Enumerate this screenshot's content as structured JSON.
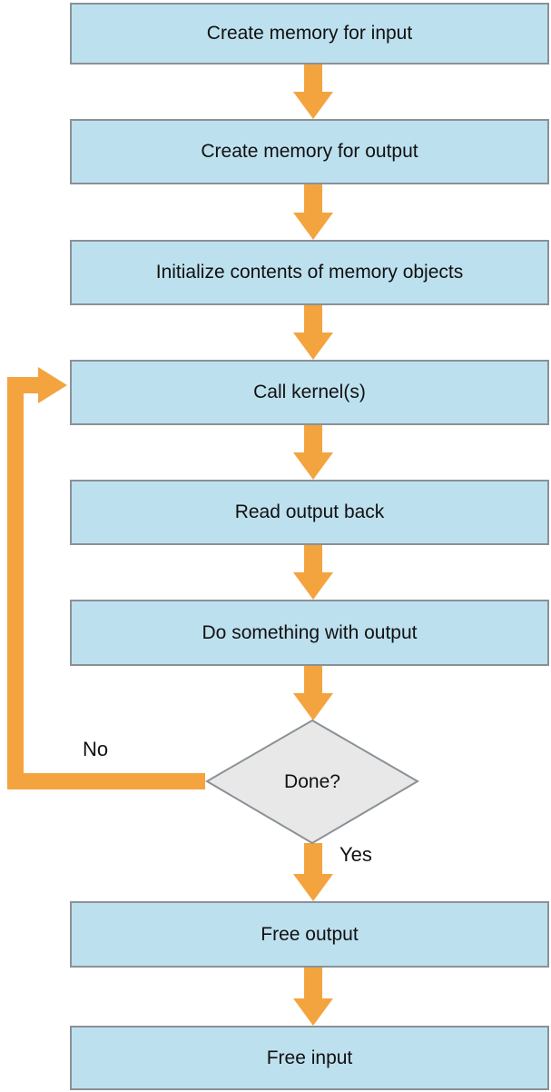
{
  "flowchart": {
    "steps": [
      {
        "id": "create-memory-input",
        "label": "Create memory for input"
      },
      {
        "id": "create-memory-output",
        "label": "Create memory for output"
      },
      {
        "id": "initialize-memory",
        "label": "Initialize contents of memory objects"
      },
      {
        "id": "call-kernels",
        "label": "Call kernel(s)"
      },
      {
        "id": "read-output-back",
        "label": "Read output back"
      },
      {
        "id": "do-something-output",
        "label": "Do something with output"
      },
      {
        "id": "free-output",
        "label": "Free output"
      },
      {
        "id": "free-input",
        "label": "Free input"
      }
    ],
    "decision": {
      "label": "Done?",
      "no_label": "No",
      "yes_label": "Yes"
    },
    "edges": [
      {
        "from": "Create memory for input",
        "to": "Create memory for output"
      },
      {
        "from": "Create memory for output",
        "to": "Initialize contents of memory objects"
      },
      {
        "from": "Initialize contents of memory objects",
        "to": "Call kernel(s)"
      },
      {
        "from": "Call kernel(s)",
        "to": "Read output back"
      },
      {
        "from": "Read output back",
        "to": "Do something with output"
      },
      {
        "from": "Do something with output",
        "to": "Done?"
      },
      {
        "from": "Done?",
        "to": "Call kernel(s)",
        "label": "No"
      },
      {
        "from": "Done?",
        "to": "Free output",
        "label": "Yes"
      },
      {
        "from": "Free output",
        "to": "Free input"
      }
    ]
  },
  "colors": {
    "background": "#FFFFFF",
    "box_fill": "#BDE0EE",
    "box_border": "#8A9196",
    "arrow": "#F4A43F",
    "diamond_fill": "#E8E8E8",
    "diamond_border": "#8A9196",
    "text": "#111111"
  }
}
